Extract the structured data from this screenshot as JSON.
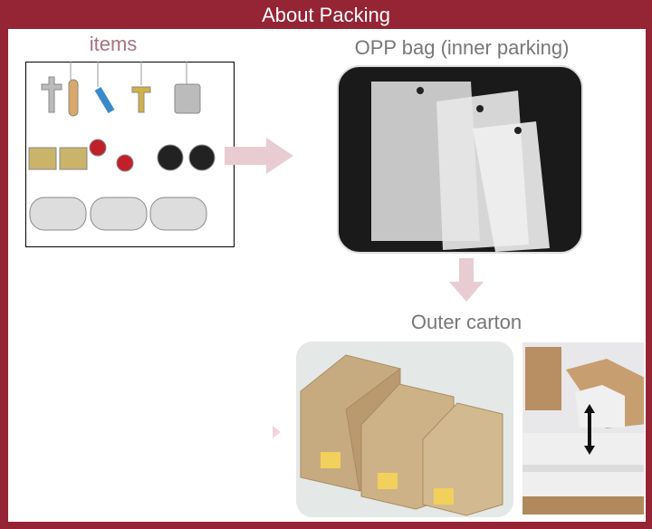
{
  "header": {
    "title": "About Packing"
  },
  "sections": {
    "items": {
      "label": "items"
    },
    "opp_bag": {
      "label": "OPP bag (inner parking)"
    },
    "outer_carton": {
      "label": "Outer carton"
    }
  },
  "colors": {
    "frame": "#952435",
    "arrow": "#e8ccd2",
    "items_label": "#a9727f"
  }
}
